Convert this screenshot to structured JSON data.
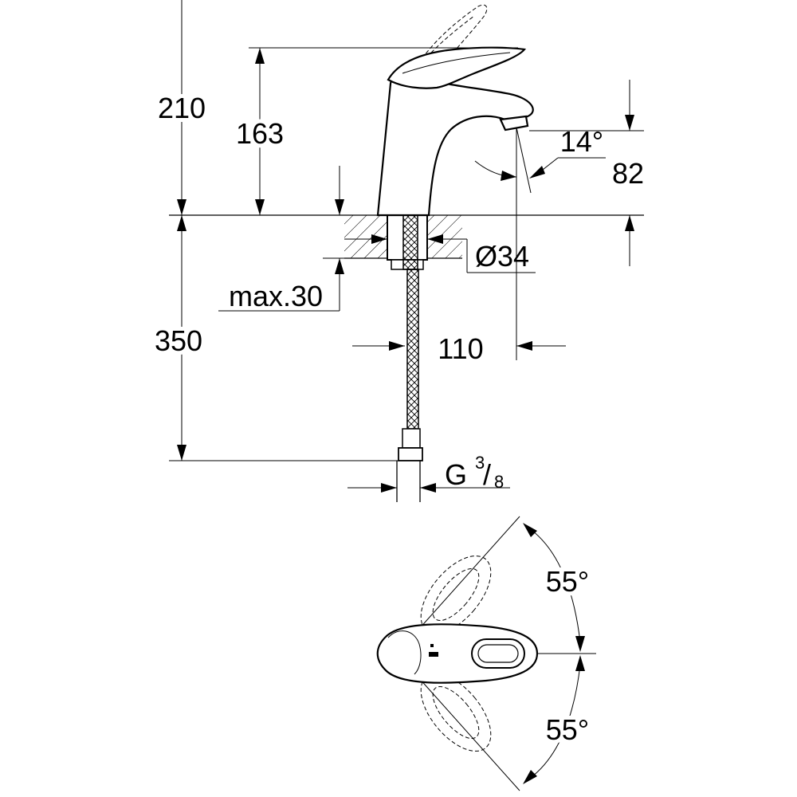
{
  "dimensions": {
    "total_height": "210",
    "spout_height": "163",
    "aerator_height": "82",
    "aerator_angle": "14°",
    "hole_diameter": "Ø34",
    "max_deck": "max.30",
    "hose_length": "350",
    "projection": "110",
    "thread_prefix": "G",
    "thread_num": "3",
    "thread_den": "8"
  },
  "top_view": {
    "angle_upper": "55°",
    "angle_lower": "55°"
  }
}
